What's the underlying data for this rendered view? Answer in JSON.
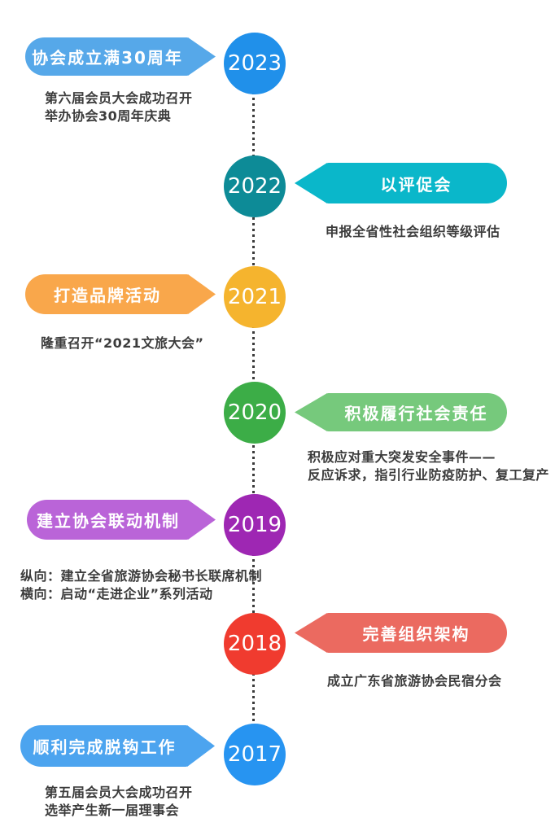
{
  "timeline": {
    "connector_color": "#3B3B3B",
    "items": [
      {
        "year": "2023",
        "side": "left",
        "label": "协会成立满30周年",
        "description": [
          "第六届会员大会成功召开",
          "举办协会30周年庆典"
        ],
        "circle_color": "#2090EA",
        "banner_color": "#56A8E9"
      },
      {
        "year": "2022",
        "side": "right",
        "label": "以评促会",
        "description": [
          "申报全省性社会组织等级评估"
        ],
        "circle_color": "#0D8B97",
        "banner_color": "#0AB7CA"
      },
      {
        "year": "2021",
        "side": "left",
        "label": "打造品牌活动",
        "description": [
          "隆重召开“2021文旅大会”"
        ],
        "circle_color": "#F5B42E",
        "banner_color": "#F9A74B"
      },
      {
        "year": "2020",
        "side": "right",
        "label": "积极履行社会责任",
        "description": [
          "积极应对重大突发安全事件——",
          "反应诉求，指引行业防疫防护、复工复产"
        ],
        "circle_color": "#3CAD47",
        "banner_color": "#76C97C"
      },
      {
        "year": "2019",
        "side": "left",
        "label": "建立协会联动机制",
        "description": [
          "纵向：建立全省旅游协会秘书长联席机制",
          "横向：启动“走进企业”系列活动"
        ],
        "circle_color": "#9E27B3",
        "banner_color": "#BA64D8"
      },
      {
        "year": "2018",
        "side": "right",
        "label": "完善组织架构",
        "description": [
          "成立广东省旅游协会民宿分会"
        ],
        "circle_color": "#F03B2F",
        "banner_color": "#EB6A60"
      },
      {
        "year": "2017",
        "side": "left",
        "label": "顺利完成脱钩工作",
        "description": [
          "第五届会员大会成功召开",
          "选举产生新一届理事会"
        ],
        "circle_color": "#2794F1",
        "banner_color": "#4CA4EF"
      }
    ]
  }
}
